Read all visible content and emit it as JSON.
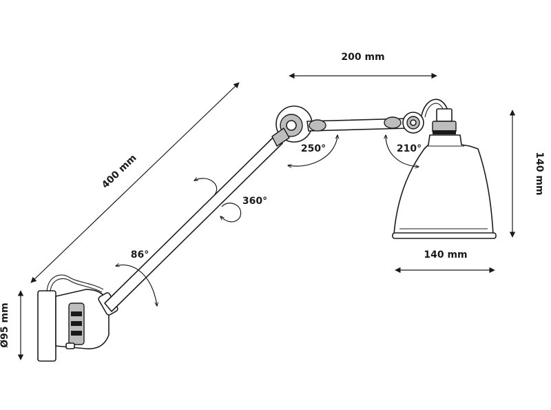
{
  "dimensions": {
    "arm_lower_length": "400 mm",
    "arm_upper_length": "200 mm",
    "shade_height": "140 mm",
    "shade_width": "140 mm",
    "base_diameter": "Ø95 mm"
  },
  "rotations": {
    "base_joint": "86°",
    "arm_axis": "360°",
    "elbow_joint": "250°",
    "shade_joint": "210°"
  },
  "colors": {
    "line": "#1a1a1a",
    "metal_fill": "#bdbdbd",
    "background": "#ffffff"
  }
}
